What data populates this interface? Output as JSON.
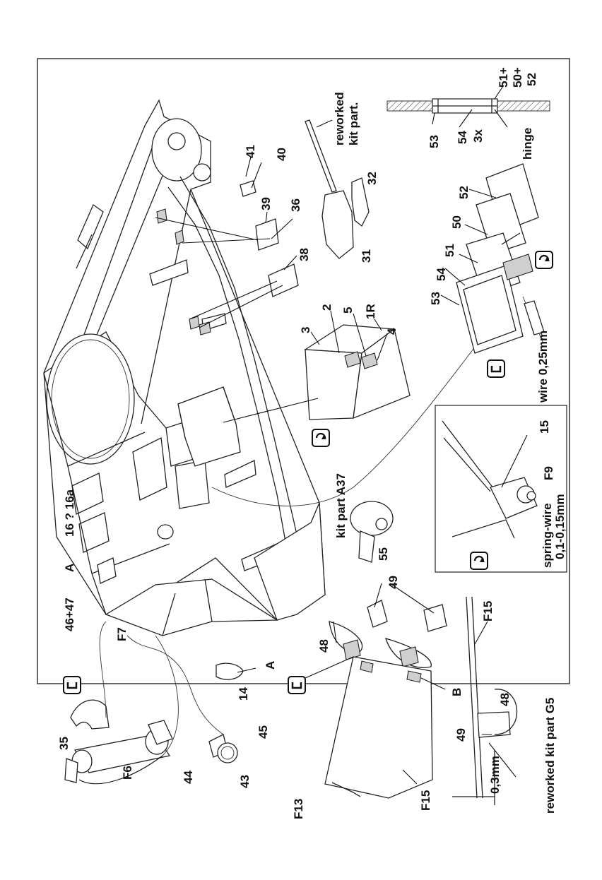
{
  "labels": {
    "l_51p": "51+",
    "l_50p": "50+",
    "l_52top": "52",
    "l_53top": "53",
    "l_54top": "54",
    "l_3x": "3x",
    "l_hinge": "hinge",
    "l_reworked": "reworked",
    "l_kitpart": "kit part.",
    "l_41": "41",
    "l_40": "40",
    "l_39": "39",
    "l_36": "36",
    "l_38": "38",
    "l_32": "32",
    "l_31": "31",
    "l_52": "52",
    "l_50": "50",
    "l_51": "51",
    "l_54": "54",
    "l_53": "53",
    "l_2": "2",
    "l_5": "5",
    "l_1R": "1R",
    "l_3": "3",
    "l_4": "4",
    "l_wire": "wire 0,25mm",
    "l_15": "15",
    "l_F9": "F9",
    "l_spring1": "spring-wire",
    "l_spring2": "0,1-0,15mm",
    "l_kitA37": "kit part A37",
    "l_55": "55",
    "l_16": "16 ? 16a",
    "l_A1": "A",
    "l_4647": "46+47",
    "l_F7": "F7",
    "l_49a": "49",
    "l_48a": "48",
    "l_F15a": "F15",
    "l_B": "B",
    "l_14": "14",
    "l_A2": "A",
    "l_35": "35",
    "l_F6": "F6",
    "l_44": "44",
    "l_45": "45",
    "l_43": "43",
    "l_F13": "F13",
    "l_F15b": "F15",
    "l_49b": "49",
    "l_48b": "48",
    "l_03": "0,3mm",
    "l_reworkedG5": "reworked kit part G5"
  },
  "icons": [
    "glue-icon",
    "rotate-icon"
  ]
}
